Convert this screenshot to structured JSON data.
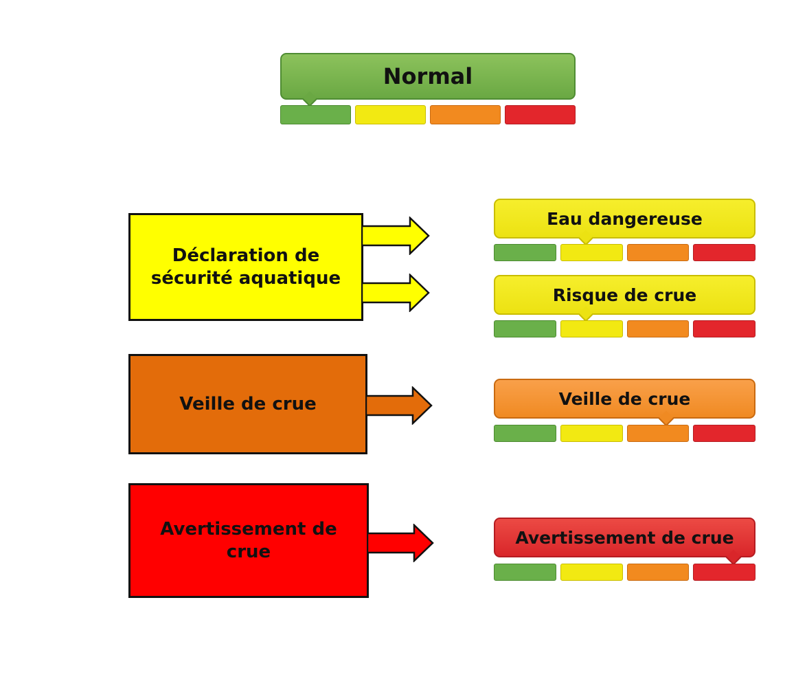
{
  "top_indicator": {
    "label": "Normal",
    "active_level": 0
  },
  "categories": [
    {
      "label": "Déclaration de sécurité aquatique"
    },
    {
      "label": "Veille de crue"
    },
    {
      "label": "Avertissement de crue"
    }
  ],
  "indicators": [
    {
      "label": "Eau dangereuse",
      "active_level": 1
    },
    {
      "label": "Risque de crue",
      "active_level": 1
    },
    {
      "label": "Veille de crue",
      "active_level": 2
    },
    {
      "label": "Avertissement de crue",
      "active_level": 3
    }
  ],
  "colors": {
    "green": "#6ab04a",
    "yellow": "#f2e912",
    "orange": "#f28a1f",
    "red": "#e3262c",
    "box_yellow": "#ffff00",
    "box_orange": "#e36c0a",
    "box_red": "#ff0000"
  }
}
